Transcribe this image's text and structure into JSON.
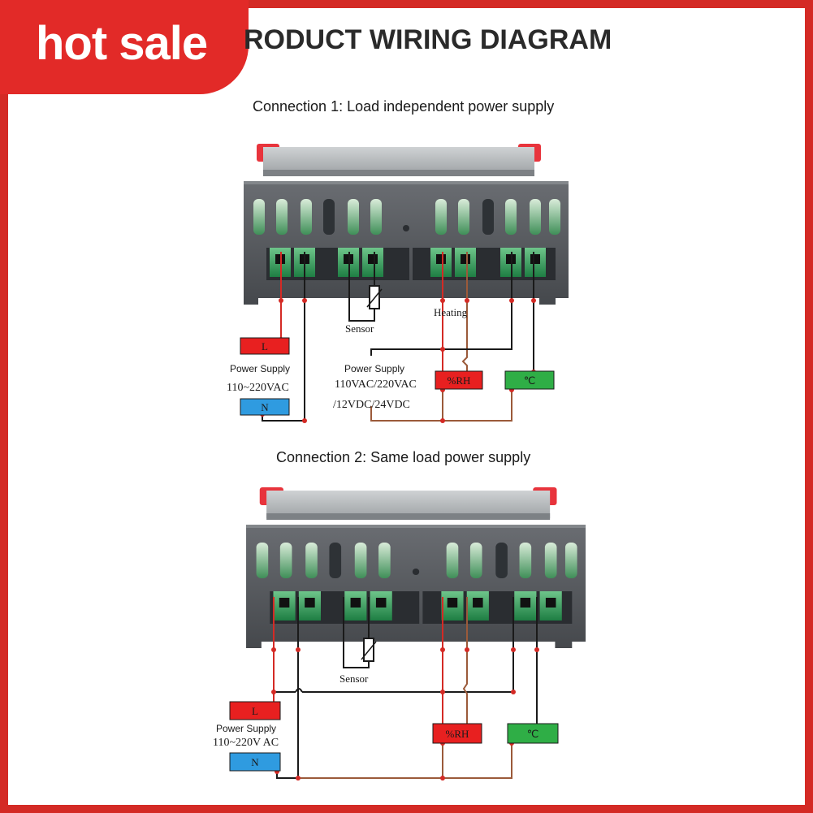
{
  "badge": {
    "text": "hot sale"
  },
  "title": "RODUCT WIRING DIAGRAM",
  "connection1": {
    "caption": "Connection 1: Load independent power supply",
    "L": "L",
    "N": "N",
    "power_supply_label": "Power Supply",
    "power_range": "110~220VAC",
    "sensor": "Sensor",
    "heating": "Heating",
    "load_power_label": "Power Supply",
    "load_voltage_1": "110VAC/220VAC",
    "load_voltage_2": "/12VDC/24VDC",
    "rh_box": "%RH",
    "temp_box": "℃"
  },
  "connection2": {
    "caption": "Connection 2: Same load power supply",
    "L": "L",
    "N": "N",
    "power_supply_label": "Power Supply",
    "power_range": "110~220V AC",
    "sensor": "Sensor",
    "rh_box": "%RH",
    "temp_box": "℃"
  },
  "colors": {
    "frame": "#d42a25",
    "badge": "#e22a28",
    "device_body": "#55585d",
    "terminal_green": "#2c9b57",
    "L_box": "#e82020",
    "N_box": "#2f9be0",
    "rh_box": "#e82020",
    "temp_box": "#2fae46",
    "wire_red": "#d42a25",
    "wire_brown": "#9b5a3a",
    "wire_black": "#1a1a1a"
  }
}
